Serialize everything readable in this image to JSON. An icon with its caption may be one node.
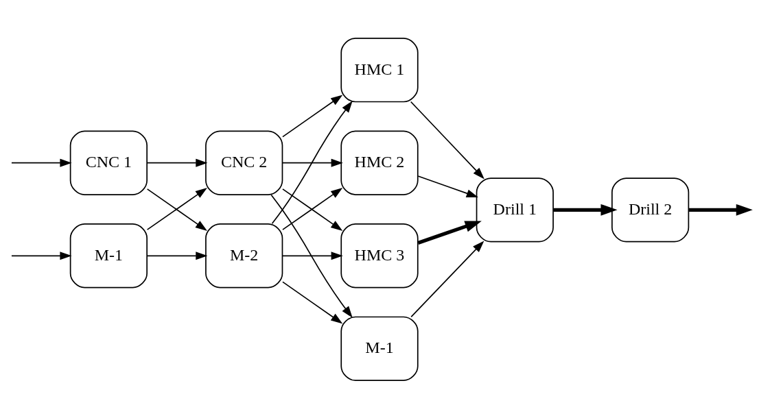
{
  "diagram": {
    "nodes": [
      {
        "text": [
          "CNC 1"
        ]
      },
      {
        "text": [
          "M-1"
        ]
      },
      {
        "text": [
          "CNC 2"
        ]
      },
      {
        "text": [
          "M-2"
        ]
      },
      {
        "text": [
          "HMC 1"
        ]
      },
      {
        "text": [
          "HMC 2"
        ]
      },
      {
        "text": [
          "HMC 3"
        ]
      },
      {
        "text": [
          "M-1"
        ]
      },
      {
        "text": [
          "Drill 1"
        ]
      },
      {
        "text": [
          "Drill 2"
        ]
      }
    ],
    "edges": [
      {
        "from": null,
        "to": 0,
        "arrow": "to"
      },
      {
        "from": null,
        "to": 1,
        "arrow": "to"
      },
      {
        "from": 0,
        "to": 2,
        "arrow": "to"
      },
      {
        "from": 0,
        "to": 3,
        "arrow": "to"
      },
      {
        "from": 1,
        "to": 2,
        "arrow": "to"
      },
      {
        "from": 1,
        "to": 3,
        "arrow": "to"
      },
      {
        "from": 2,
        "to": 4,
        "arrow": "to"
      },
      {
        "from": 2,
        "to": 5,
        "arrow": "to"
      },
      {
        "from": 2,
        "to": 6,
        "arrow": "to"
      },
      {
        "from": 2,
        "to": 7,
        "arrow": "to"
      },
      {
        "from": 3,
        "to": 4,
        "arrow": "to"
      },
      {
        "from": 3,
        "to": 5,
        "arrow": "to"
      },
      {
        "from": 3,
        "to": 6,
        "arrow": "to"
      },
      {
        "from": 3,
        "to": 7,
        "arrow": "to"
      },
      {
        "from": 4,
        "to": 8,
        "arrow": "to"
      },
      {
        "from": 5,
        "to": 8,
        "arrow": "to"
      },
      {
        "from": 6,
        "to": 8,
        "arrow": "to",
        "style": "thick"
      },
      {
        "from": 7,
        "to": 8,
        "arrow": "to"
      },
      {
        "from": 8,
        "to": 9,
        "arrow": "to",
        "style": "thick"
      },
      {
        "from": 9,
        "to": null,
        "arrow": "to",
        "style": "thick"
      }
    ]
  }
}
